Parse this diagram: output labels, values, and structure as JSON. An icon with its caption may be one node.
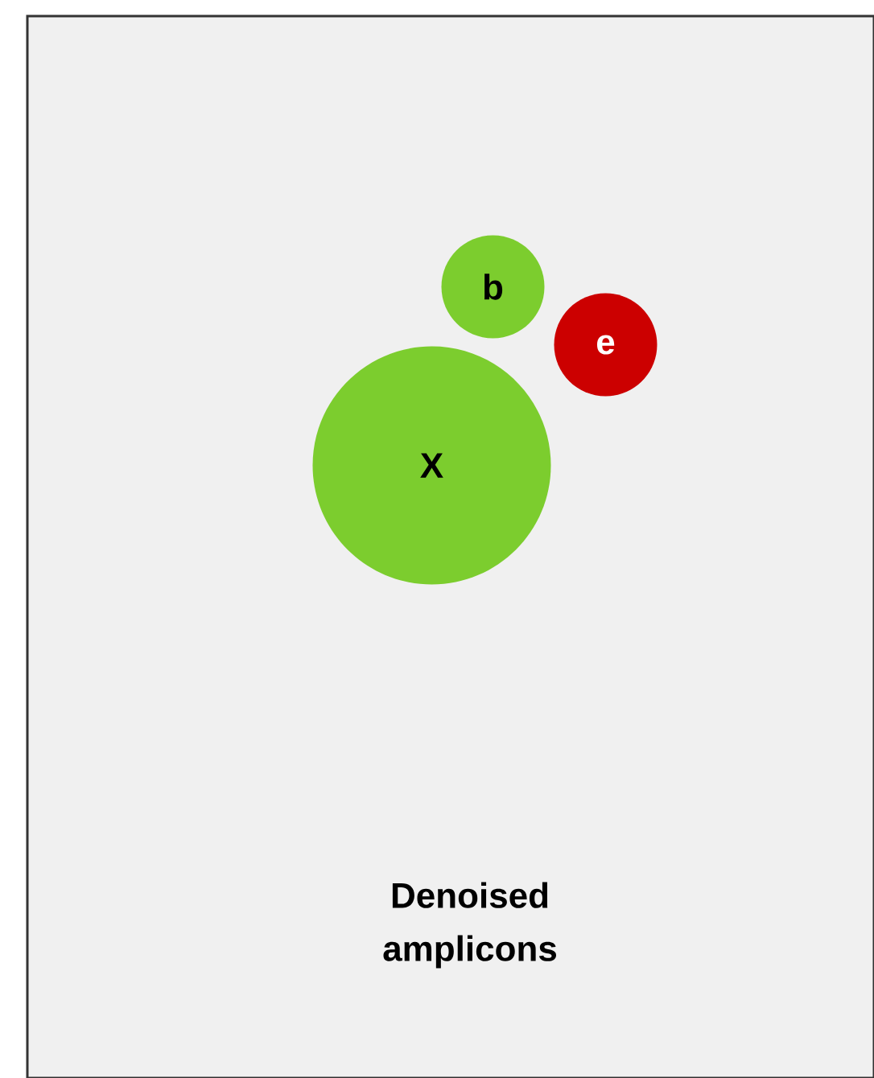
{
  "diagram": {
    "nodes": [
      {
        "text": [
          "Denoised amplicons"
        ]
      },
      {
        "text": [
          "b"
        ],
        "in": 0
      },
      {
        "text": [
          "e"
        ],
        "in": 0
      },
      {
        "text": [
          "X"
        ],
        "in": 0
      }
    ]
  }
}
